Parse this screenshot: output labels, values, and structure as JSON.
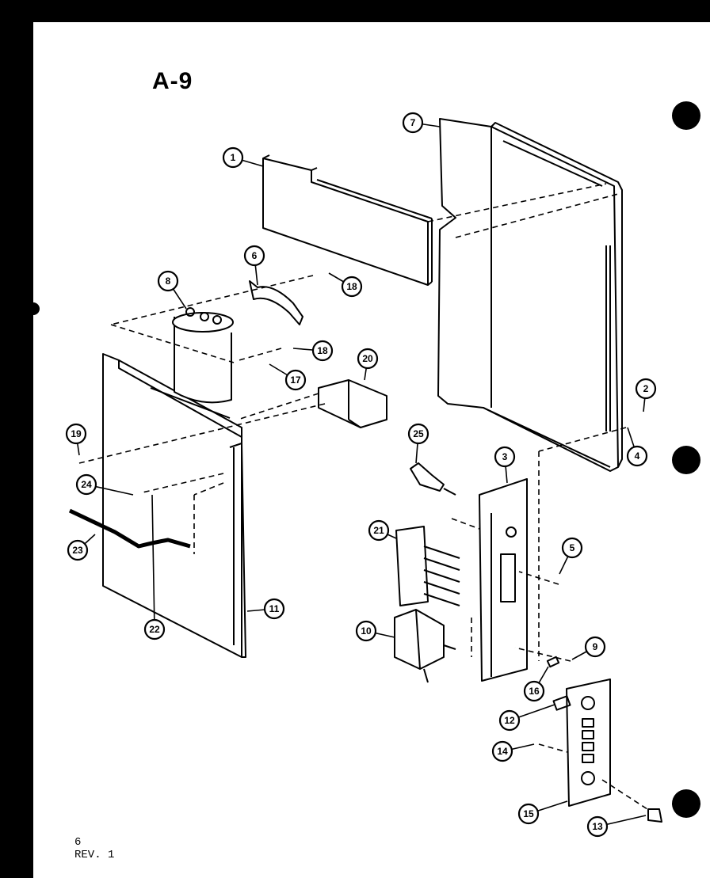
{
  "diagram": {
    "title": "A-9",
    "footer": {
      "page": "6",
      "revision": "REV. 1"
    },
    "callouts": [
      "1",
      "6",
      "8",
      "18",
      "18",
      "17",
      "20",
      "7",
      "2",
      "4",
      "19",
      "24",
      "23",
      "22",
      "11",
      "25",
      "3",
      "21",
      "5",
      "10",
      "9",
      "16",
      "12",
      "14",
      "15",
      "13"
    ]
  },
  "colors": {
    "ink": "#000000",
    "paper": "#ffffff",
    "frame": "#000000"
  }
}
